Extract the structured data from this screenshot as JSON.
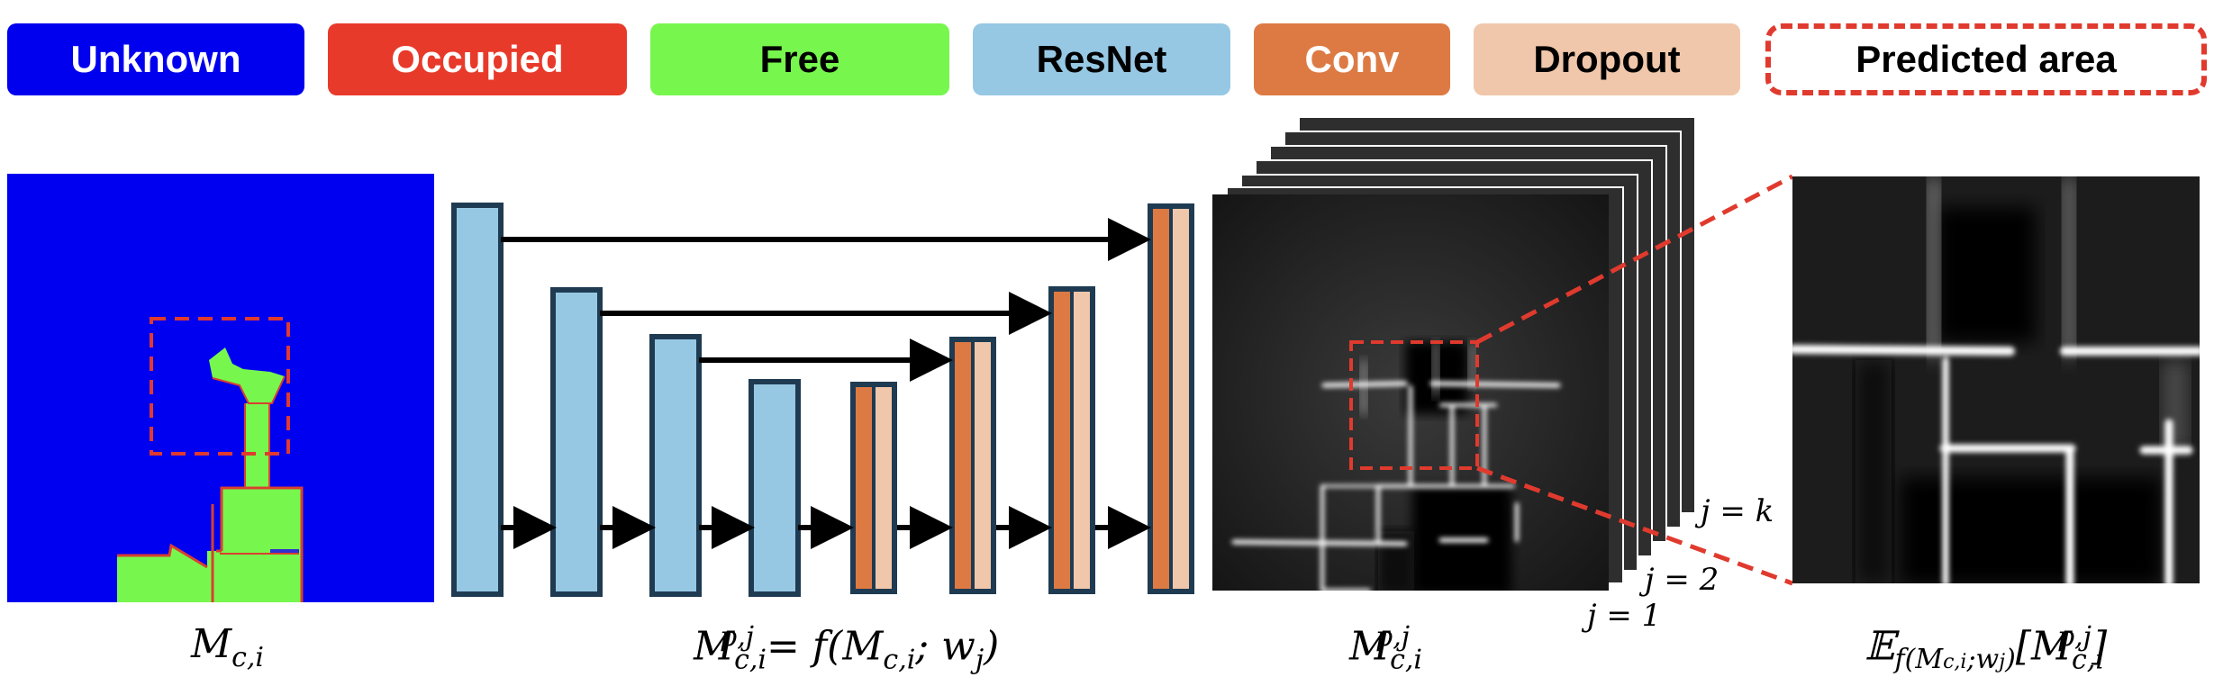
{
  "legend": {
    "unknown": "Unknown",
    "occupied": "Occupied",
    "free": "Free",
    "resnet": "ResNet",
    "conv": "Conv",
    "dropout": "Dropout",
    "predicted_area": "Predicted area"
  },
  "colors": {
    "unknown": "#0000ee",
    "occupied": "#e83a2a",
    "free": "#77f74d",
    "resnet": "#96c8e4",
    "conv": "#dd7a43",
    "dropout": "#f0c7aa",
    "predicted_area_border": "#e03a2e"
  },
  "captions": {
    "input_map": {
      "base": "M",
      "sub": "c,i"
    },
    "network": {
      "base": "M",
      "sub": "c,i",
      "sup": "p,j",
      "rhs": "= f(M",
      "rhs_sub": "c,i",
      "rhs_mid": "; w",
      "rhs_sub2": "j",
      "rhs_end": ")"
    },
    "stack": {
      "base": "M",
      "sub": "c,i",
      "sup": "p,j"
    },
    "expectation": {
      "op": "𝔼",
      "op_sub": "f(M",
      "op_sub_sub": "c,i",
      "op_sub_mid": ";w",
      "op_sub_sub2": "j",
      "op_sub_end": ")",
      "bracket_open": "[M",
      "sub": "c,i",
      "sup": "p,j",
      "bracket_close": "]"
    }
  },
  "stack_labels": {
    "j_k": "j = k",
    "j_2": "j = 2",
    "j_1": "j = 1"
  },
  "icons": [
    "input-occupancy-map",
    "unet-diagram",
    "prediction-stack",
    "zoomed-prediction"
  ]
}
